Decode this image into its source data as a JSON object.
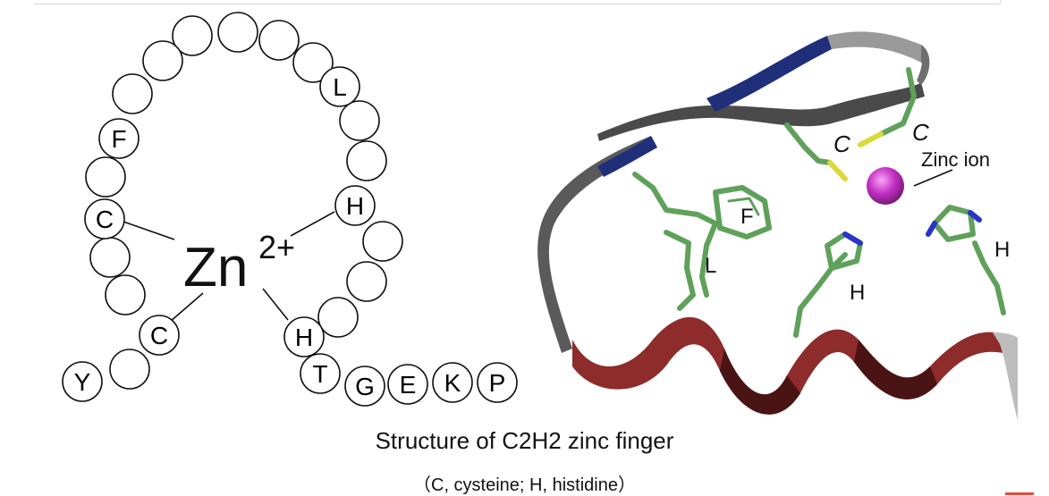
{
  "schematic": {
    "metal_label": "Zn",
    "metal_charge": "2+",
    "residues": [
      {
        "id": "y",
        "letter": "Y"
      },
      {
        "id": "c1",
        "letter": "C"
      },
      {
        "id": "c2",
        "letter": "C"
      },
      {
        "id": "f",
        "letter": "F"
      },
      {
        "id": "l",
        "letter": "L"
      },
      {
        "id": "h1",
        "letter": "H"
      },
      {
        "id": "h2",
        "letter": "H"
      },
      {
        "id": "t",
        "letter": "T"
      },
      {
        "id": "g",
        "letter": "G"
      },
      {
        "id": "e",
        "letter": "E"
      },
      {
        "id": "k",
        "letter": "K"
      },
      {
        "id": "p",
        "letter": "P"
      }
    ]
  },
  "structure": {
    "zinc_ion_label": "Zinc ion",
    "residue_labels": [
      {
        "id": "c-left",
        "text": "C"
      },
      {
        "id": "c-right",
        "text": "C"
      },
      {
        "id": "f",
        "text": "F"
      },
      {
        "id": "l",
        "text": "L"
      },
      {
        "id": "h-mid",
        "text": "H"
      },
      {
        "id": "h-right",
        "text": "H"
      }
    ],
    "colors": {
      "carbon": "#5fa15a",
      "sulfur": "#d9d93a",
      "nitrogen": "#2a34c8",
      "zinc": "#c42fc4",
      "helix": "#8e2b2b",
      "sheet": "#1f2f7a",
      "loop": "#6e6e6e"
    }
  },
  "caption": {
    "title": "Structure of C2H2 zinc finger",
    "subtitle": "（C, cysteine; H, histidine）"
  }
}
